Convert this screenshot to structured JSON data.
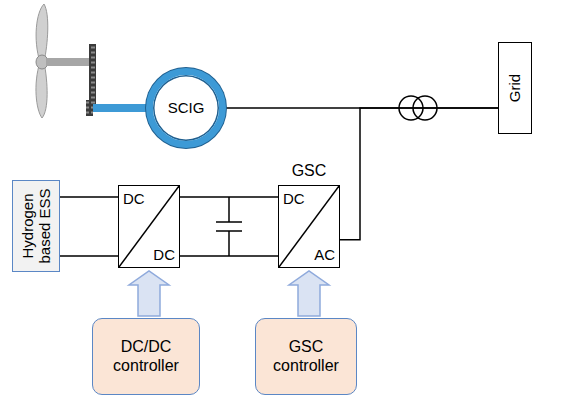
{
  "diagram": {
    "nodes": [
      {
        "text": [
          "SCIG"
        ]
      },
      {
        "text": [
          "Grid"
        ]
      },
      {
        "text": [
          "Hydrogen based ESS"
        ]
      },
      {
        "text": [
          "DC",
          "DC"
        ]
      },
      {
        "text": [
          "GSC",
          "DC",
          "AC"
        ]
      },
      {
        "text": [
          "DC/DC controller"
        ]
      },
      {
        "text": [
          "GSC controller"
        ]
      }
    ],
    "edges": [
      {
        "from": 0,
        "to": 1,
        "arrow": "none"
      },
      {
        "from": 4,
        "to": 1,
        "arrow": "none"
      },
      {
        "from": 2,
        "to": 3,
        "arrow": "none"
      },
      {
        "from": 3,
        "to": 4,
        "arrow": "none"
      },
      {
        "from": 5,
        "to": 3,
        "arrow": "to"
      },
      {
        "from": 6,
        "to": 4,
        "arrow": "to"
      }
    ]
  }
}
